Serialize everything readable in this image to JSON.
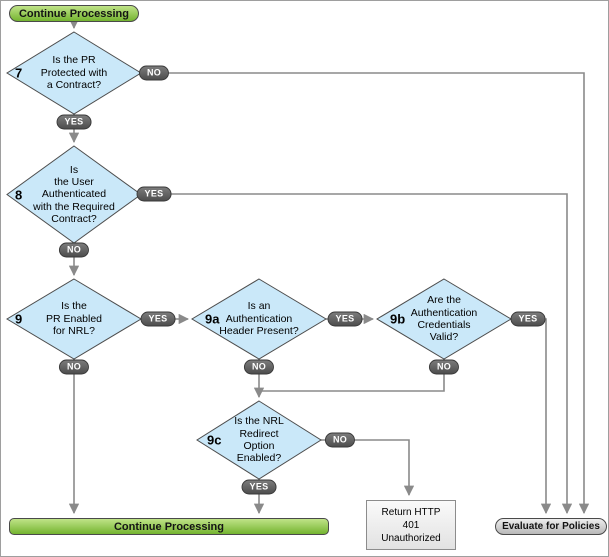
{
  "colors": {
    "diamond_fill": "#cae8f9",
    "diamond_border": "#4d4d4d",
    "connector": "#8a8a8a",
    "label_pill_dark": "#565656",
    "green_light": "#c0e388",
    "green_dark": "#74b430",
    "gray_light": "#eeeeee",
    "gray_dark": "#b8b8b8"
  },
  "labels": {
    "yes": "YES",
    "no": "NO"
  },
  "nodes": {
    "start": {
      "label": "Continue Processing"
    },
    "d7": {
      "number": "7",
      "lines": [
        "Is the PR",
        "Protected with",
        "a Contract?"
      ]
    },
    "d8": {
      "number": "8",
      "lines": [
        "Is",
        "the User",
        "Authenticated",
        "with the Required",
        "Contract?"
      ]
    },
    "d9": {
      "number": "9",
      "lines": [
        "Is the",
        "PR Enabled",
        "for NRL?"
      ]
    },
    "d9a": {
      "number": "9a",
      "lines": [
        "Is an",
        "Authentication",
        "Header Present?"
      ]
    },
    "d9b": {
      "number": "9b",
      "lines": [
        "Are the",
        "Authentication",
        "Credentials",
        "Valid?"
      ]
    },
    "d9c": {
      "number": "9c",
      "lines": [
        "Is the NRL",
        "Redirect",
        "Option",
        "Enabled?"
      ]
    },
    "continue_bottom": {
      "label": "Continue Processing"
    },
    "http401": {
      "lines": [
        "Return HTTP",
        "401",
        "Unauthorized"
      ]
    },
    "evaluate": {
      "label": "Evaluate for Policies"
    }
  }
}
